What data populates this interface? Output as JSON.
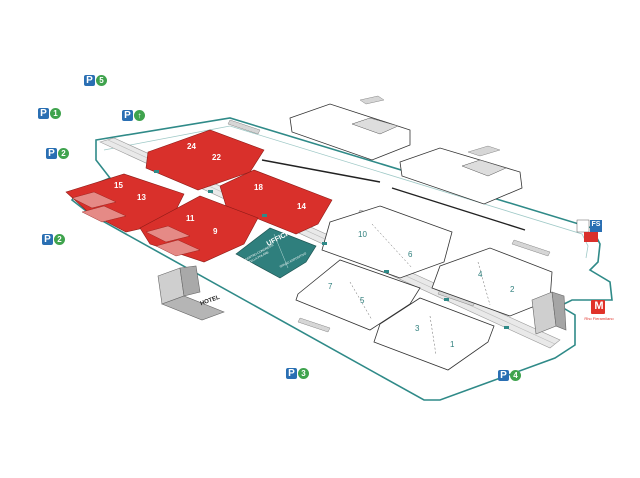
{
  "map": {
    "halls_red": [
      {
        "id": "24",
        "label": "24"
      },
      {
        "id": "22",
        "label": "22"
      },
      {
        "id": "15",
        "label": "15"
      },
      {
        "id": "13",
        "label": "13"
      },
      {
        "id": "18",
        "label": "18"
      },
      {
        "id": "14",
        "label": "14"
      },
      {
        "id": "11",
        "label": "11"
      },
      {
        "id": "9",
        "label": "9"
      }
    ],
    "halls_white": [
      {
        "id": "10",
        "label": "10"
      },
      {
        "id": "6",
        "label": "6"
      },
      {
        "id": "7",
        "label": "7"
      },
      {
        "id": "5",
        "label": "5"
      },
      {
        "id": "4",
        "label": "4"
      },
      {
        "id": "2",
        "label": "2"
      },
      {
        "id": "3",
        "label": "3"
      },
      {
        "id": "1",
        "label": "1"
      }
    ],
    "uffici": {
      "title": "UFFICI",
      "left_text": "CENTRO CONGRESSI STELLA POLARE",
      "right_text": "SPAZIO ESPOSITIVO"
    },
    "hotel": {
      "label": "HOTEL"
    },
    "metro": {
      "label": "M",
      "station": "Rho Fieramilano"
    },
    "rail": {
      "label": "FS"
    },
    "colors": {
      "red_hall": "#d9302b",
      "teal": "#2f7f7d",
      "outline": "#2f8a88",
      "parking_blue": "#2a6fb3",
      "parking_green": "#3fa34d",
      "metro_red": "#e03229"
    },
    "parkings": [
      {
        "id": "p5",
        "p": "P",
        "num": "5"
      },
      {
        "id": "p1",
        "p": "P",
        "num": "1"
      },
      {
        "id": "pt",
        "p": "P",
        "num": "↑"
      },
      {
        "id": "p2a",
        "p": "P",
        "num": "2"
      },
      {
        "id": "p2b",
        "p": "P",
        "num": "2"
      },
      {
        "id": "p3",
        "p": "P",
        "num": "3"
      },
      {
        "id": "p4",
        "p": "P",
        "num": "4"
      }
    ]
  }
}
